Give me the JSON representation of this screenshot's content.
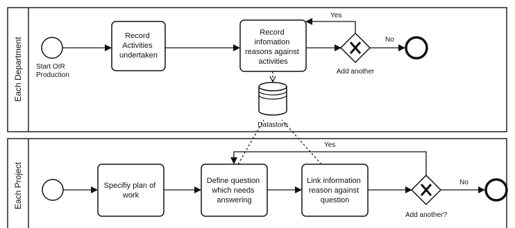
{
  "lanes": {
    "department": "Each Department",
    "project": "Each Project"
  },
  "department": {
    "start_event": "Start OIR Production",
    "task_record_activities": [
      "Record",
      "Activities",
      "undertaken"
    ],
    "task_record_information": [
      "Record",
      "infomation",
      "reasons against",
      "activities"
    ],
    "gateway_label": "Add another",
    "flow_yes": "Yes",
    "flow_no": "No"
  },
  "datastore": "Datastore",
  "project": {
    "task_specify_plan": [
      "Specifiy plan of",
      "work"
    ],
    "task_define_question": [
      "Define question",
      "which needs",
      "answering"
    ],
    "task_link_information": [
      "Link information",
      "reason against",
      "question"
    ],
    "gateway_label": "Add another?",
    "flow_yes": "Yes",
    "flow_no": "No"
  }
}
